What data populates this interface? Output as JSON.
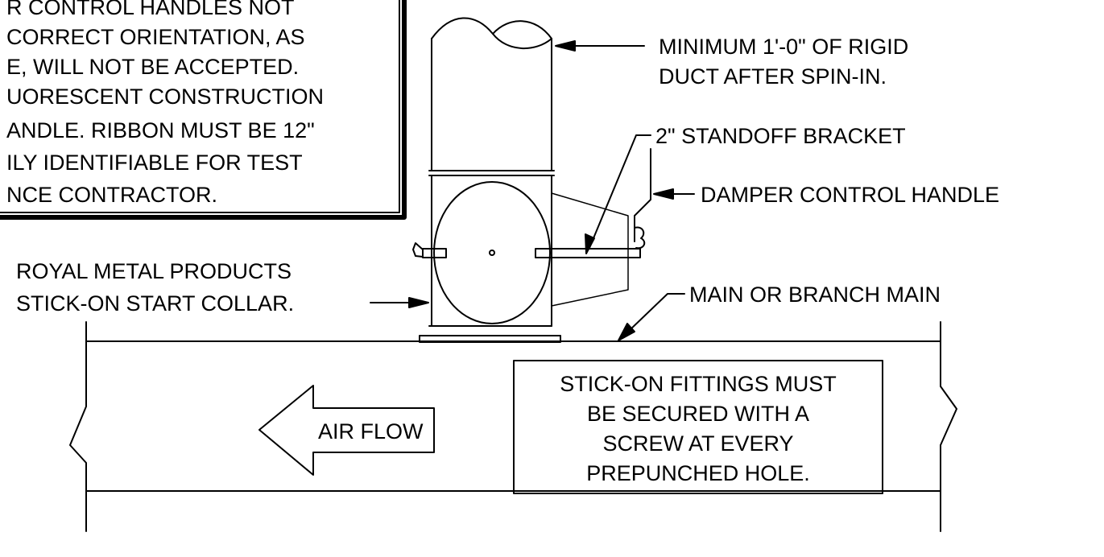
{
  "note_box": {
    "lines": [
      "R CONTROL HANDLES NOT",
      "CORRECT ORIENTATION, AS",
      "E, WILL NOT BE ACCEPTED.",
      "UORESCENT CONSTRUCTION",
      "ANDLE. RIBBON MUST BE 12\"",
      "ILY IDENTIFIABLE FOR TEST",
      "NCE CONTRACTOR."
    ]
  },
  "labels": {
    "rigid_duct": [
      "MINIMUM 1'-0\" OF RIGID",
      "DUCT AFTER SPIN-IN."
    ],
    "standoff_bracket": "2\" STANDOFF BRACKET",
    "damper_handle": "DAMPER CONTROL HANDLE",
    "start_collar": [
      "ROYAL METAL PRODUCTS",
      "STICK-ON START COLLAR."
    ],
    "main_duct": "MAIN OR BRANCH MAIN",
    "air_flow": "AIR FLOW"
  },
  "fittings_note": {
    "lines": [
      "STICK-ON FITTINGS MUST",
      "BE SECURED WITH A",
      "SCREW AT EVERY",
      "PREPUNCHED HOLE."
    ]
  },
  "colors": {
    "line": "#000000",
    "background": "#ffffff"
  }
}
